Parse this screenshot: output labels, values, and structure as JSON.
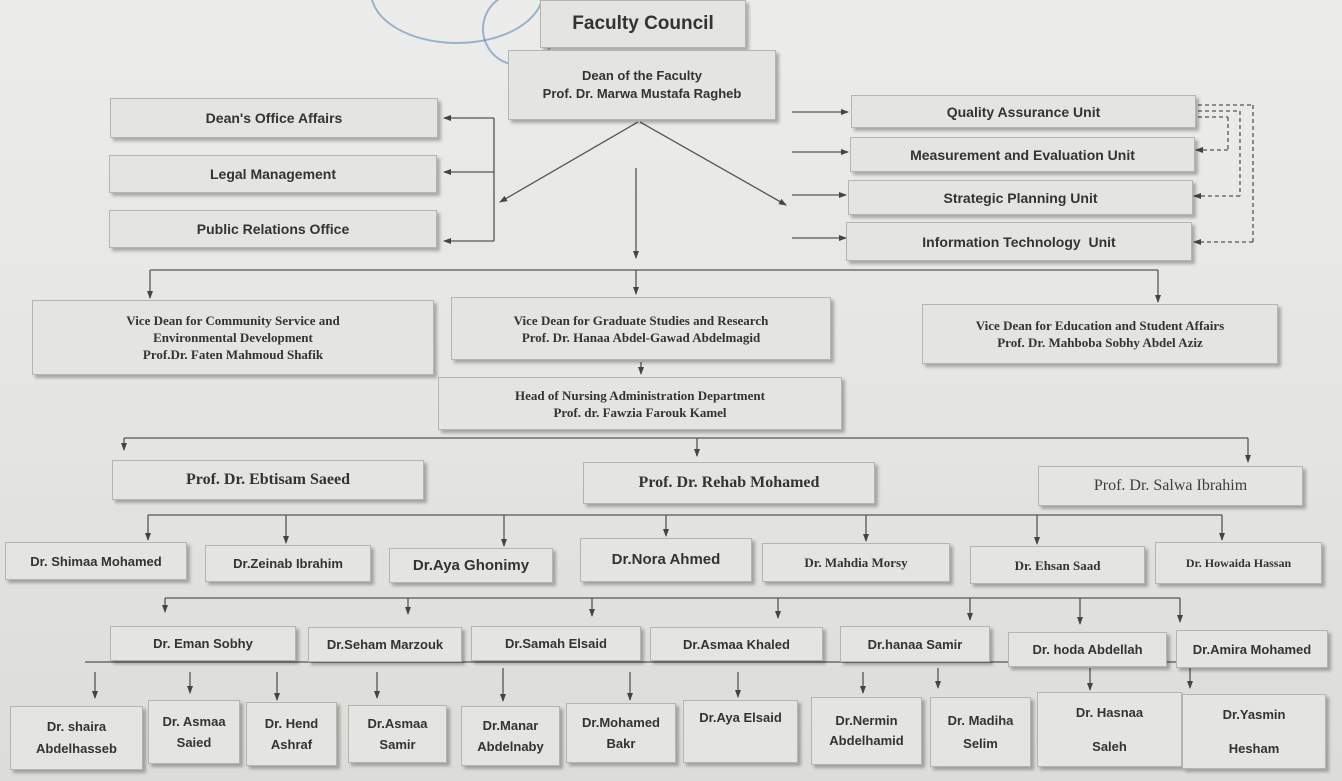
{
  "title": "Faculty Council",
  "dean": {
    "line1": "Dean of the Faculty",
    "line2": "Prof. Dr. Marwa Mustafa Ragheb"
  },
  "left_offices": [
    "Dean's Office Affairs",
    "Legal Management",
    "Public Relations Office"
  ],
  "right_units": [
    "Quality Assurance Unit",
    "Measurement and Evaluation Unit",
    "Strategic Planning Unit",
    "Information Technology  Unit"
  ],
  "vice_deans": [
    {
      "line1": "Vice Dean for Community Service and",
      "line2": "Environmental Development",
      "line3": "Prof.Dr. Faten Mahmoud Shafik"
    },
    {
      "line1": "Vice Dean for Graduate Studies and Research",
      "line2": "Prof. Dr. Hanaa Abdel-Gawad Abdelmagid"
    },
    {
      "line1": "Vice Dean for Education and Student Affairs",
      "line2": "Prof. Dr. Mahboba Sobhy Abdel Aziz"
    }
  ],
  "head": {
    "line1": "Head of Nursing Administration Department",
    "line2": "Prof. dr. Fawzia Farouk Kamel"
  },
  "professors": [
    "Prof. Dr. Ebtisam Saeed",
    "Prof. Dr. Rehab Mohamed",
    "Prof. Dr. Salwa Ibrahim"
  ],
  "row1": [
    "Dr. Shimaa Mohamed",
    "Dr.Zeinab Ibrahim",
    "Dr.Aya Ghonimy",
    "Dr.Nora Ahmed",
    "Dr. Mahdia Morsy",
    "Dr. Ehsan Saad",
    "Dr. Howaida Hassan"
  ],
  "row2": [
    "Dr. Eman Sobhy",
    "Dr.Seham Marzouk",
    "Dr.Samah Elsaid",
    "Dr.Asmaa Khaled",
    "Dr.hanaa Samir",
    "Dr. hoda Abdellah",
    "Dr.Amira Mohamed"
  ],
  "row3": [
    [
      "Dr. shaira",
      "Abdelhasseb"
    ],
    [
      "Dr. Asmaa",
      "Saied"
    ],
    [
      "Dr. Hend",
      "Ashraf"
    ],
    [
      "Dr.Asmaa",
      "Samir"
    ],
    [
      "Dr.Manar",
      "Abdelnaby"
    ],
    [
      "Dr.Mohamed",
      "Bakr"
    ],
    [
      "Dr.Aya Elsaid",
      ""
    ],
    [
      "Dr.Nermin",
      "Abdelhamid"
    ],
    [
      "Dr. Madiha",
      "Selim"
    ],
    [
      "Dr. Hasnaa",
      "Saleh"
    ],
    [
      "Dr.Yasmin",
      "Hesham"
    ]
  ]
}
